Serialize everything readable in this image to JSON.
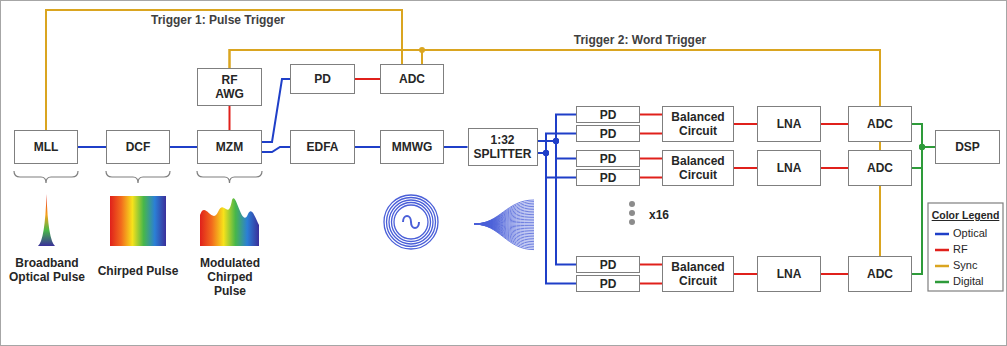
{
  "diagram": {
    "nodes": [
      {
        "text": [
          "MLL"
        ]
      },
      {
        "text": [
          "DCF"
        ]
      },
      {
        "text": [
          "RF AWG"
        ]
      },
      {
        "text": [
          "MZM"
        ]
      },
      {
        "text": [
          "PD"
        ]
      },
      {
        "text": [
          "ADC"
        ]
      },
      {
        "text": [
          "EDFA"
        ]
      },
      {
        "text": [
          "MMWG"
        ]
      },
      {
        "text": [
          "1:32 SPLITTER"
        ]
      },
      {
        "text": [
          "PD"
        ]
      },
      {
        "text": [
          "PD"
        ]
      },
      {
        "text": [
          "Balanced Circuit"
        ]
      },
      {
        "text": [
          "LNA"
        ]
      },
      {
        "text": [
          "ADC"
        ]
      },
      {
        "text": [
          "PD"
        ]
      },
      {
        "text": [
          "PD"
        ]
      },
      {
        "text": [
          "Balanced Circuit"
        ]
      },
      {
        "text": [
          "LNA"
        ]
      },
      {
        "text": [
          "ADC"
        ]
      },
      {
        "text": [
          "PD"
        ]
      },
      {
        "text": [
          "PD"
        ]
      },
      {
        "text": [
          "Balanced Circuit"
        ]
      },
      {
        "text": [
          "LNA"
        ]
      },
      {
        "text": [
          "ADC"
        ]
      },
      {
        "text": [
          "DSP"
        ]
      }
    ],
    "edges": [
      {
        "from": 0,
        "to": 1,
        "arrow": "none"
      },
      {
        "from": 1,
        "to": 3,
        "arrow": "none"
      },
      {
        "from": 2,
        "to": 3,
        "arrow": "none"
      },
      {
        "from": 3,
        "to": 4,
        "arrow": "none"
      },
      {
        "from": 3,
        "to": 6,
        "arrow": "none"
      },
      {
        "from": 4,
        "to": 5,
        "arrow": "none"
      },
      {
        "from": 6,
        "to": 7,
        "arrow": "none"
      },
      {
        "from": 7,
        "to": 8,
        "arrow": "none"
      },
      {
        "from": 8,
        "to": 9,
        "arrow": "none"
      },
      {
        "from": 8,
        "to": 10,
        "arrow": "none"
      },
      {
        "from": 8,
        "to": 14,
        "arrow": "none"
      },
      {
        "from": 8,
        "to": 15,
        "arrow": "none"
      },
      {
        "from": 8,
        "to": 19,
        "arrow": "none"
      },
      {
        "from": 8,
        "to": 20,
        "arrow": "none"
      },
      {
        "from": 9,
        "to": 11,
        "arrow": "none"
      },
      {
        "from": 10,
        "to": 11,
        "arrow": "none"
      },
      {
        "from": 14,
        "to": 16,
        "arrow": "none"
      },
      {
        "from": 15,
        "to": 16,
        "arrow": "none"
      },
      {
        "from": 19,
        "to": 21,
        "arrow": "none"
      },
      {
        "from": 20,
        "to": 21,
        "arrow": "none"
      },
      {
        "from": 11,
        "to": 12,
        "arrow": "none"
      },
      {
        "from": 16,
        "to": 17,
        "arrow": "none"
      },
      {
        "from": 21,
        "to": 22,
        "arrow": "none"
      },
      {
        "from": 12,
        "to": 13,
        "arrow": "none"
      },
      {
        "from": 17,
        "to": 18,
        "arrow": "none"
      },
      {
        "from": 22,
        "to": 23,
        "arrow": "none"
      },
      {
        "from": 13,
        "to": 24,
        "arrow": "none"
      },
      {
        "from": 18,
        "to": 24,
        "arrow": "none"
      },
      {
        "from": 23,
        "to": 24,
        "arrow": "none"
      },
      {
        "from": 0,
        "to": 5,
        "label": "Trigger 1: Pulse Trigger",
        "arrow": "none"
      },
      {
        "from": 2,
        "to": 5,
        "arrow": "none"
      },
      {
        "from": 2,
        "to": 13,
        "label": "Trigger 2: Word Trigger",
        "arrow": "none"
      },
      {
        "from": 13,
        "to": 18,
        "arrow": "none"
      },
      {
        "from": 18,
        "to": 23,
        "arrow": "none"
      }
    ],
    "labels": [
      "Broadband Optical Pulse",
      "Chirped Pulse",
      "Modulated Chirped Pulse",
      "x16",
      "Color Legend"
    ],
    "legend": [
      {
        "text": "Optical",
        "color": "#1f3fc8"
      },
      {
        "text": "RF",
        "color": "#e0201b"
      },
      {
        "text": "Sync",
        "color": "#daa520"
      },
      {
        "text": "Digital",
        "color": "#2e9b3a"
      }
    ]
  }
}
